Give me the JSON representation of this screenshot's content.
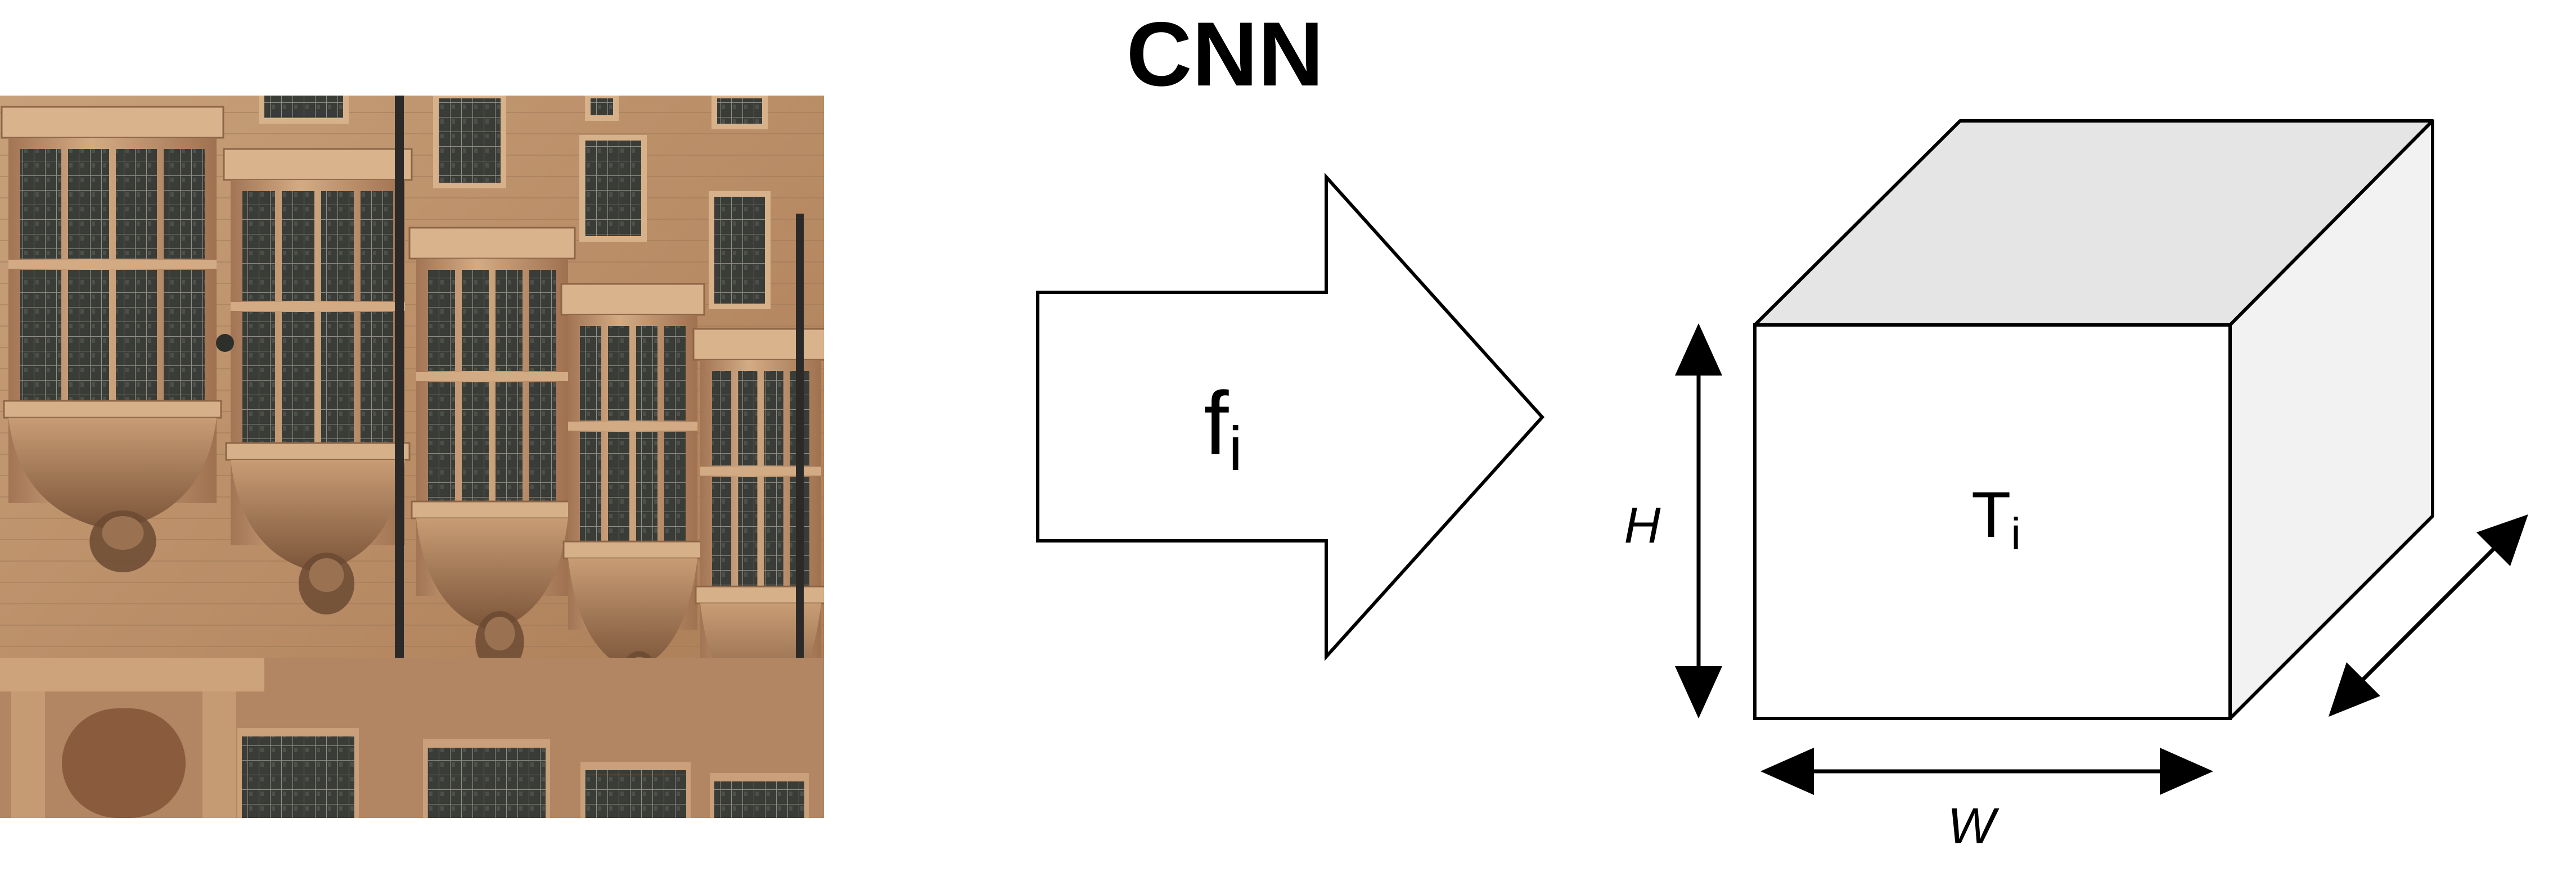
{
  "diagram": {
    "title": "CNN",
    "arrow_label": {
      "base": "f",
      "subscript": "i"
    },
    "tensor_label": {
      "base": "T",
      "subscript": "i"
    },
    "height_label": "H",
    "width_label": "W",
    "depth_label": ""
  },
  "photo": {
    "subject": "building-facade-photo",
    "stone_color": "#c49a72",
    "window_color": "#2d2f2b",
    "shadow_color": "#6b4a33"
  },
  "colors": {
    "stroke": "#000000",
    "cube_front": "#ffffff",
    "cube_top": "#e5e5e5",
    "cube_side": "#f2f2f2",
    "background": "#ffffff"
  }
}
